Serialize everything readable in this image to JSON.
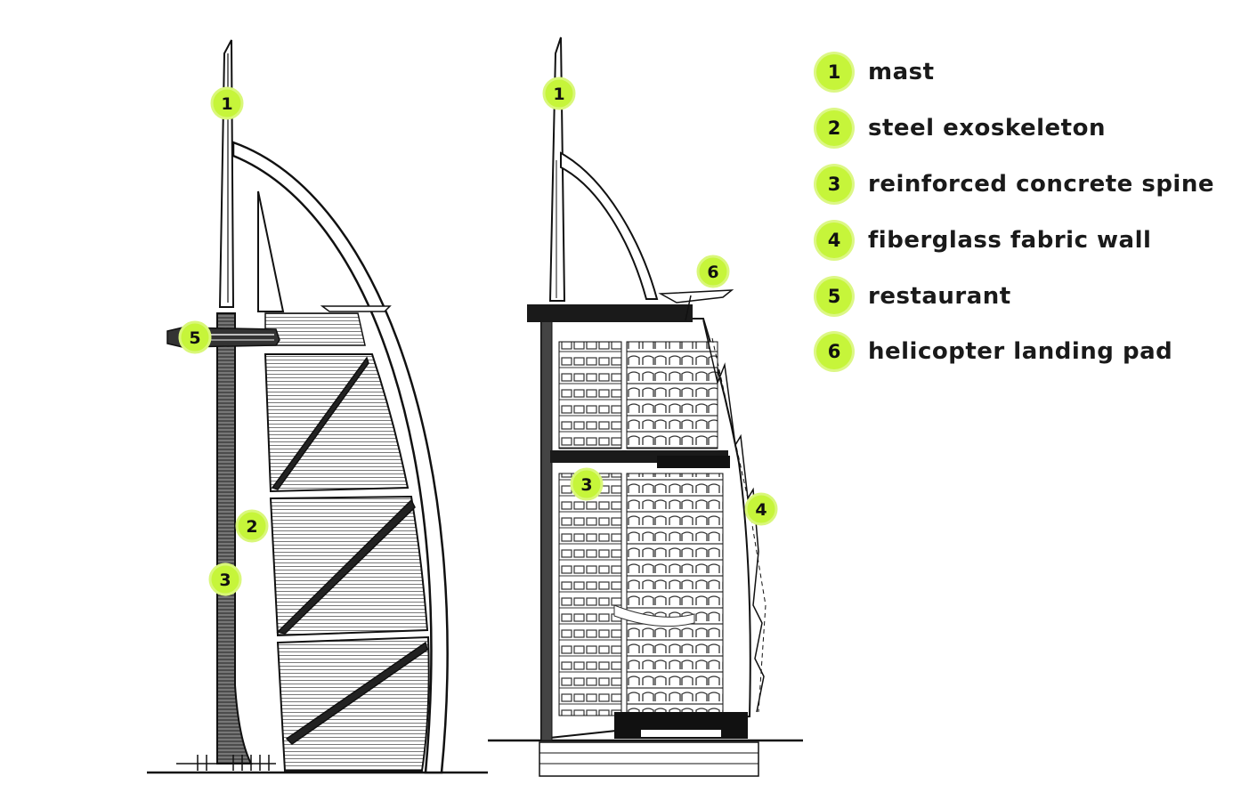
{
  "markers": {
    "mast": "1",
    "exoskeleton": "2",
    "spine": "3",
    "fabric_wall": "4",
    "restaurant": "5",
    "helipad": "6"
  },
  "legend": [
    {
      "number": "1",
      "label": "mast"
    },
    {
      "number": "2",
      "label": "steel exoskeleton"
    },
    {
      "number": "3",
      "label": "reinforced concrete spine"
    },
    {
      "number": "4",
      "label": "fiberglass fabric wall"
    },
    {
      "number": "5",
      "label": "restaurant"
    },
    {
      "number": "6",
      "label": "helicopter landing pad"
    }
  ],
  "colors": {
    "marker_fill": "#c6f53a",
    "line": "#1a1a1a",
    "background": "#ffffff"
  }
}
